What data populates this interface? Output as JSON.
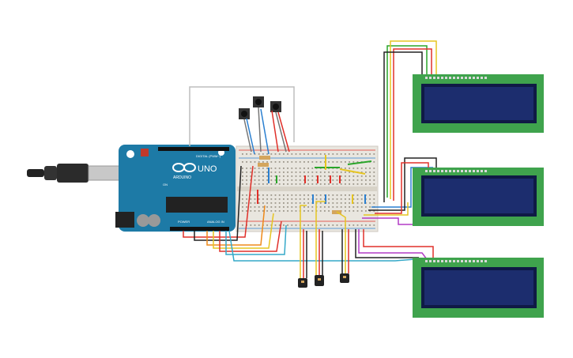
{
  "arduino": {
    "brand_label": "ARDUINO",
    "model_label": "UNO",
    "digital_label": "DIGITAL (PWM~)",
    "power_label": "POWER",
    "analog_label": "ANALOG IN",
    "on_label": "ON"
  },
  "colors": {
    "arduino_board": "#1d7aa6",
    "breadboard": "#e9e6df",
    "lcd_pcb": "#3fa34d",
    "lcd_screen": "#1c2d6e",
    "wire_red": "#e0302a",
    "wire_black": "#222222",
    "wire_green": "#2aa52a",
    "wire_yellow": "#e6c521",
    "wire_orange": "#ef8a1a",
    "wire_blue": "#2a7fd0",
    "wire_purple": "#b23cc6",
    "wire_cyan": "#35a9c9"
  },
  "components": {
    "buttons": [
      "pushbutton-1",
      "pushbutton-2",
      "pushbutton-3"
    ],
    "sensors": [
      "temperature-sensor-1",
      "temperature-sensor-2",
      "temperature-sensor-3"
    ],
    "lcds": [
      "lcd-16x2-top",
      "lcd-16x2-middle",
      "lcd-16x2-bottom"
    ]
  }
}
